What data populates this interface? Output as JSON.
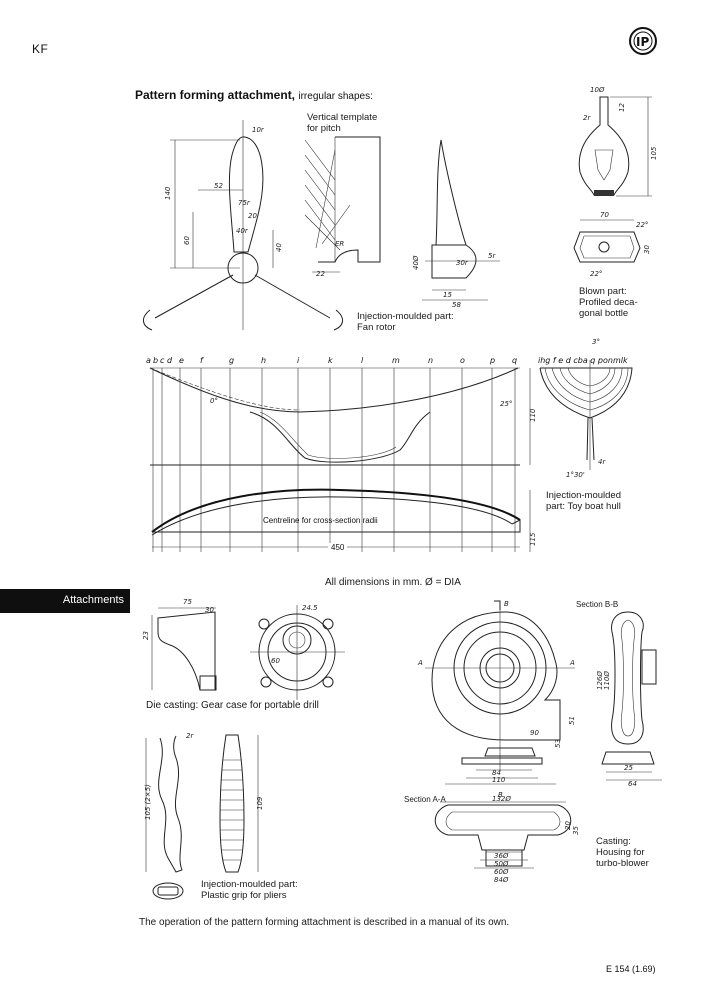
{
  "header": {
    "section_code": "KF",
    "title_bold": "Pattern forming attachment,",
    "title_rest": "irregular shapes:"
  },
  "tab": {
    "label": "Attachments"
  },
  "figures": {
    "vertical_template": [
      "Vertical template",
      "for pitch"
    ],
    "fan_rotor": [
      "Injection-moulded part:",
      "Fan rotor"
    ],
    "bottle": [
      "Blown part:",
      "Profiled deca-",
      "gonal bottle"
    ],
    "boat_hull": [
      "Injection-moulded",
      "part: Toy boat hull"
    ],
    "centreline_label": "Centreline for cross-section radii",
    "gear_case": "Die casting: Gear case for portable drill",
    "plastic_grip": [
      "Injection-moulded part:",
      "Plastic grip for pliers"
    ],
    "turbo_blower": [
      "Casting:",
      "Housing for",
      "turbo-blower"
    ],
    "section_bb": "Section B-B",
    "section_aa": "Section A-A"
  },
  "dims": {
    "fan": [
      "10r",
      "52",
      "75r",
      "20",
      "40r",
      "140",
      "60",
      "40",
      "22",
      "15",
      "58",
      "40Ø",
      "30r",
      "5r"
    ],
    "bottle": [
      "10Ø",
      "12",
      "105",
      "2r",
      "70",
      "22°",
      "30",
      "22°"
    ],
    "hull_stations": [
      "a",
      "b",
      "c",
      "d",
      "e",
      "f",
      "g",
      "h",
      "i",
      "k",
      "l",
      "m",
      "n",
      "o",
      "p",
      "q"
    ],
    "hull_section_letters": "ihg f e d cba   q ponmlk",
    "hull": [
      "110",
      "115",
      "450",
      "25°",
      "3°",
      "4r",
      "1°30'"
    ],
    "turbo": [
      "132Ø",
      "110",
      "84",
      "90",
      "36Ø",
      "50Ø",
      "60Ø",
      "84Ø",
      "126Ø",
      "110Ø",
      "25",
      "64",
      "53",
      "35",
      "20"
    ],
    "grip": [
      "2r",
      "109",
      "105 (2×5)"
    ]
  },
  "units_note": "All dimensions in mm. Ø = DIA",
  "footer_note": "The operation of the pattern forming attachment is described in a manual of its own.",
  "page_ref": "E 154 (1.69)",
  "logo": {
    "letters": "IP"
  }
}
